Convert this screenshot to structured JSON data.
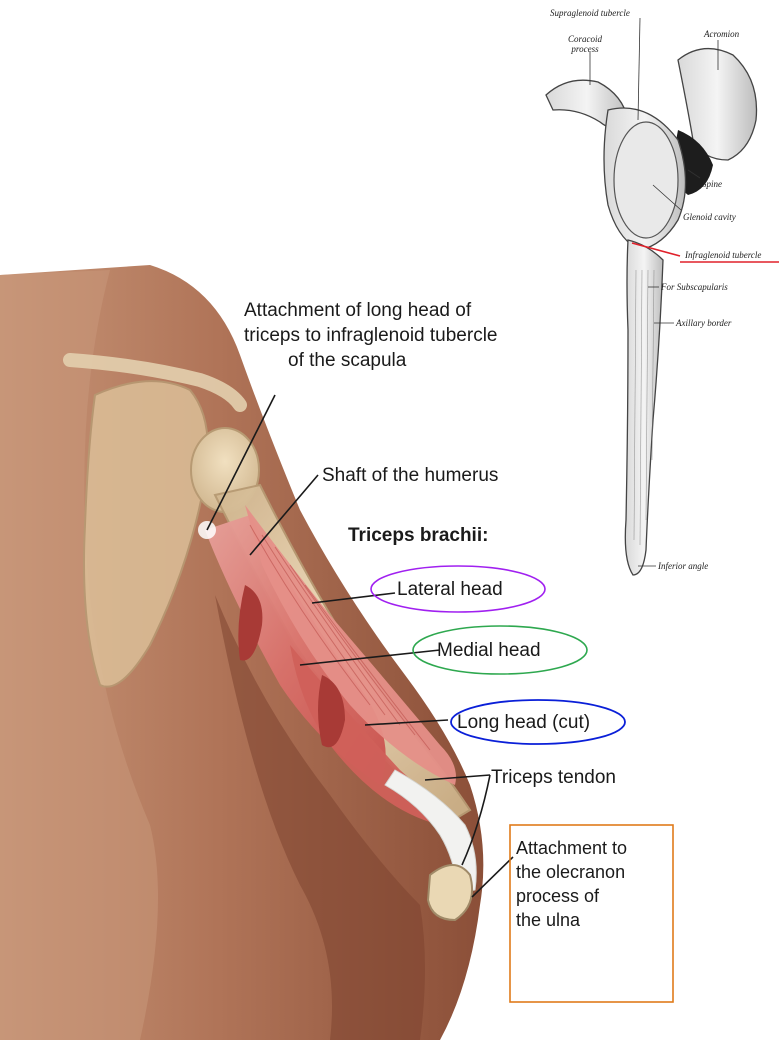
{
  "arm_labels": {
    "long_head_attachment": [
      "Attachment of long head of",
      "triceps to infraglenoid tubercle",
      "of the scapula"
    ],
    "shaft": "Shaft of the humerus",
    "triceps_title": "Triceps brachii:",
    "lateral_head": "Lateral head",
    "medial_head": "Medial head",
    "long_head_cut": "Long head (cut)",
    "triceps_tendon": "Triceps tendon",
    "olecranon_attachment": [
      "Attachment to",
      "the olecranon",
      "process of",
      "the ulna"
    ]
  },
  "scapula_labels": {
    "supraglenoid": "Supraglenoid tubercle",
    "coracoid": [
      "Coracoid",
      "process"
    ],
    "acromion": "Acromion",
    "spine": "Spine",
    "glenoid": "Glenoid cavity",
    "infraglenoid": "Infraglenoid tubercle",
    "subscapularis": "For Subscapularis",
    "axillary": "Axillary border",
    "inferior_angle": "Inferior angle"
  },
  "highlight_colors": {
    "lateral_head": "#a020f0",
    "medial_head": "#2ea84f",
    "long_head_cut": "#0a1fd8",
    "olecranon_box": "#e07b1a",
    "infraglenoid_line": "#e0202a"
  }
}
